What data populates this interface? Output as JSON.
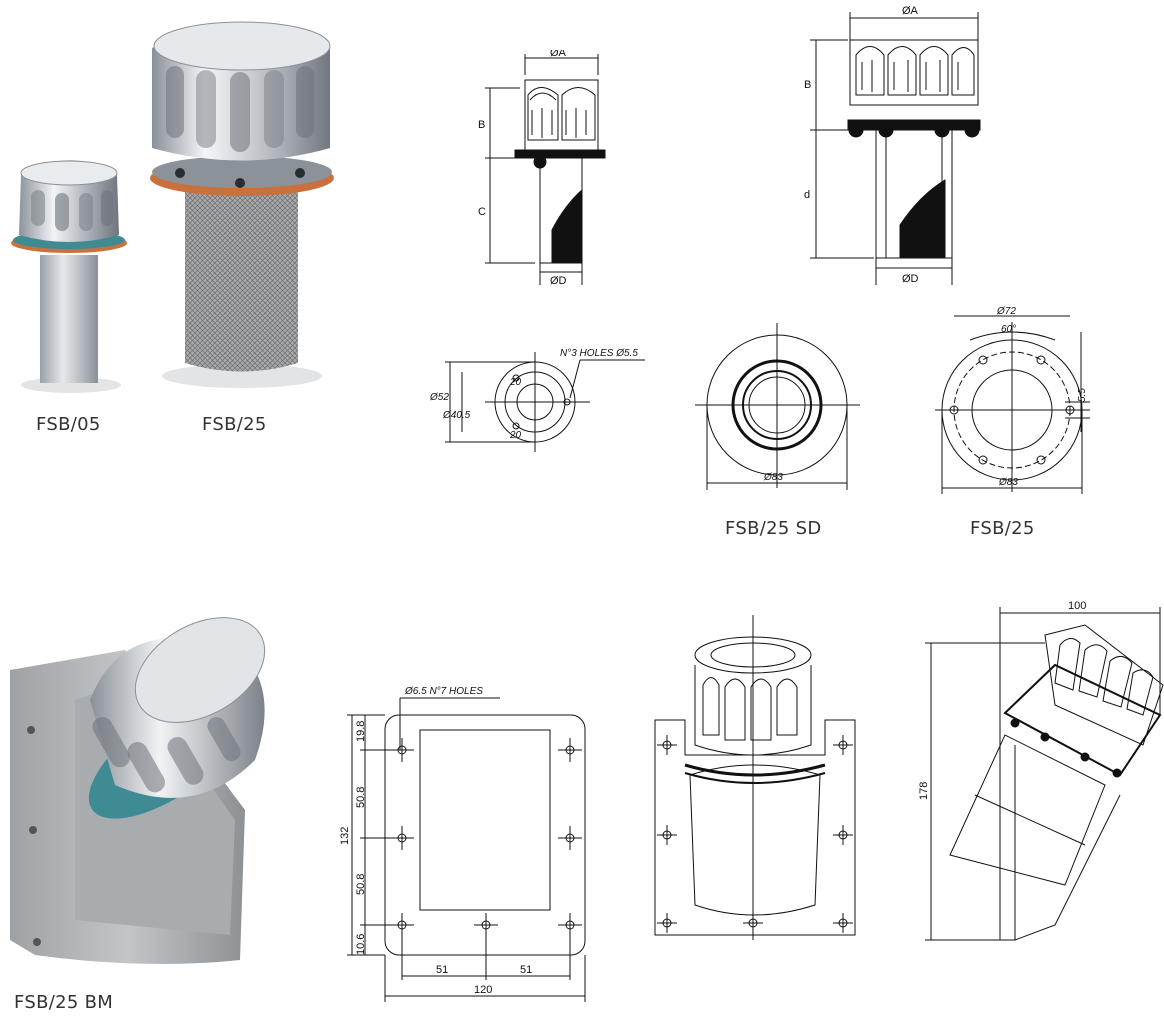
{
  "captions": {
    "fsb05": "FSB/05",
    "fsb25_photo": "FSB/25",
    "fsb25sd": "FSB/25 SD",
    "fsb25_flange": "FSB/25",
    "fsb25bm": "FSB/25 BM"
  },
  "drawing_small": {
    "a": "ØA",
    "b": "B",
    "c": "C",
    "d": "ØD"
  },
  "drawing_large": {
    "a": "ØA",
    "b": "B",
    "d_side": "d",
    "d": "ØD"
  },
  "flange_small": {
    "holes": "N°3 HOLES Ø5.5",
    "d1": "Ø52",
    "d2": "Ø40.5",
    "ang1": "20",
    "ang2": "20"
  },
  "flange_sd": {
    "dia": "Ø83"
  },
  "flange_25": {
    "d72": "Ø72",
    "angle": "60°",
    "dia": "Ø83",
    "side": "5.5"
  },
  "bracket": {
    "holes": "Ø6.5 N°7 HOLES",
    "v1": "19.8",
    "v2": "50.8",
    "v3": "50.8",
    "v4": "10.6",
    "h_total": "132",
    "w1": "51",
    "w2": "51",
    "w_total": "120"
  },
  "side_view": {
    "width": "100",
    "height": "178"
  },
  "colors": {
    "line": "#111111",
    "metal": "#c9ccd1",
    "gasket_orange": "#c9713d",
    "gasket_teal": "#3f8b94"
  }
}
